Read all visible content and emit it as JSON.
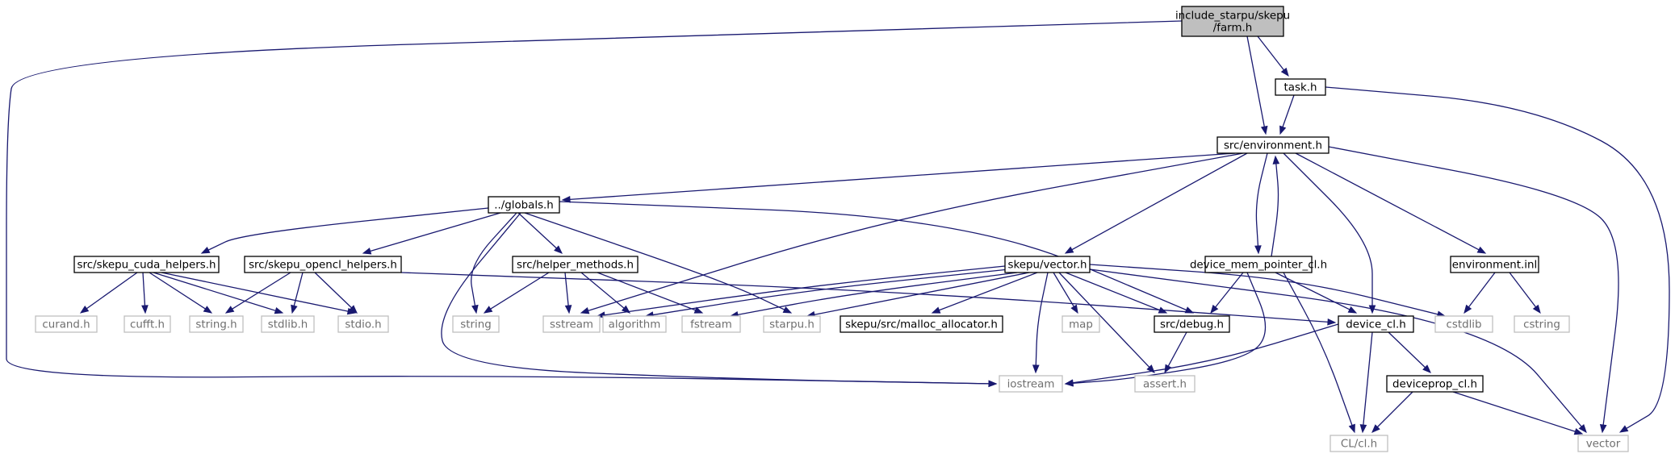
{
  "graph": {
    "colors": {
      "edge": "#191970",
      "root_fill": "#bfbfbf",
      "external_border": "#bfbfbf",
      "external_text": "#6f6f6f",
      "node_border": "#000000"
    },
    "nodes": [
      {
        "id": "farm",
        "lines": [
          "include_starpu/skepu",
          "/farm.h"
        ],
        "kind": "root"
      },
      {
        "id": "task",
        "lines": [
          "task.h"
        ],
        "kind": "file"
      },
      {
        "id": "env",
        "lines": [
          "src/environment.h"
        ],
        "kind": "file"
      },
      {
        "id": "globals",
        "lines": [
          "../globals.h"
        ],
        "kind": "file"
      },
      {
        "id": "cudah",
        "lines": [
          "src/skepu_cuda_helpers.h"
        ],
        "kind": "file"
      },
      {
        "id": "oclh",
        "lines": [
          "src/skepu_opencl_helpers.h"
        ],
        "kind": "file"
      },
      {
        "id": "helper",
        "lines": [
          "src/helper_methods.h"
        ],
        "kind": "file"
      },
      {
        "id": "vector_h",
        "lines": [
          "skepu/vector.h"
        ],
        "kind": "file"
      },
      {
        "id": "dmp",
        "lines": [
          "device_mem_pointer_cl.h"
        ],
        "kind": "file"
      },
      {
        "id": "envinl",
        "lines": [
          "environment.inl"
        ],
        "kind": "file"
      },
      {
        "id": "curand",
        "lines": [
          "curand.h"
        ],
        "kind": "system"
      },
      {
        "id": "cufft",
        "lines": [
          "cufft.h"
        ],
        "kind": "system"
      },
      {
        "id": "stringh",
        "lines": [
          "string.h"
        ],
        "kind": "system"
      },
      {
        "id": "stdlib",
        "lines": [
          "stdlib.h"
        ],
        "kind": "system"
      },
      {
        "id": "stdio",
        "lines": [
          "stdio.h"
        ],
        "kind": "system"
      },
      {
        "id": "string",
        "lines": [
          "string"
        ],
        "kind": "system"
      },
      {
        "id": "sstream",
        "lines": [
          "sstream"
        ],
        "kind": "system"
      },
      {
        "id": "algorithm",
        "lines": [
          "algorithm"
        ],
        "kind": "system"
      },
      {
        "id": "fstream",
        "lines": [
          "fstream"
        ],
        "kind": "system"
      },
      {
        "id": "starpu",
        "lines": [
          "starpu.h"
        ],
        "kind": "system"
      },
      {
        "id": "malloc",
        "lines": [
          "skepu/src/malloc_allocator.h"
        ],
        "kind": "file"
      },
      {
        "id": "map",
        "lines": [
          "map"
        ],
        "kind": "system"
      },
      {
        "id": "debug",
        "lines": [
          "src/debug.h"
        ],
        "kind": "file"
      },
      {
        "id": "devcl",
        "lines": [
          "device_cl.h"
        ],
        "kind": "file"
      },
      {
        "id": "cstdlib",
        "lines": [
          "cstdlib"
        ],
        "kind": "system"
      },
      {
        "id": "cstring",
        "lines": [
          "cstring"
        ],
        "kind": "system"
      },
      {
        "id": "iostream",
        "lines": [
          "iostream"
        ],
        "kind": "system"
      },
      {
        "id": "assert",
        "lines": [
          "assert.h"
        ],
        "kind": "system"
      },
      {
        "id": "devprop",
        "lines": [
          "deviceprop_cl.h"
        ],
        "kind": "file"
      },
      {
        "id": "clh",
        "lines": [
          "CL/cl.h"
        ],
        "kind": "system"
      },
      {
        "id": "vector",
        "lines": [
          "vector"
        ],
        "kind": "system"
      }
    ],
    "edges": [
      [
        "farm",
        "iostream"
      ],
      [
        "farm",
        "env"
      ],
      [
        "farm",
        "task"
      ],
      [
        "task",
        "env"
      ],
      [
        "task",
        "vector"
      ],
      [
        "env",
        "globals"
      ],
      [
        "env",
        "sstream"
      ],
      [
        "env",
        "vector_h"
      ],
      [
        "env",
        "dmp"
      ],
      [
        "env",
        "devcl"
      ],
      [
        "env",
        "envinl"
      ],
      [
        "env",
        "vector"
      ],
      [
        "globals",
        "cudah"
      ],
      [
        "globals",
        "oclh"
      ],
      [
        "globals",
        "helper"
      ],
      [
        "globals",
        "string"
      ],
      [
        "globals",
        "iostream"
      ],
      [
        "globals",
        "starpu"
      ],
      [
        "globals",
        "debug"
      ],
      [
        "cudah",
        "curand"
      ],
      [
        "cudah",
        "cufft"
      ],
      [
        "cudah",
        "stringh"
      ],
      [
        "cudah",
        "stdlib"
      ],
      [
        "cudah",
        "stdio"
      ],
      [
        "oclh",
        "stringh"
      ],
      [
        "oclh",
        "stdlib"
      ],
      [
        "oclh",
        "stdio"
      ],
      [
        "oclh",
        "devcl"
      ],
      [
        "helper",
        "string"
      ],
      [
        "helper",
        "sstream"
      ],
      [
        "helper",
        "algorithm"
      ],
      [
        "helper",
        "fstream"
      ],
      [
        "vector_h",
        "sstream"
      ],
      [
        "vector_h",
        "algorithm"
      ],
      [
        "vector_h",
        "fstream"
      ],
      [
        "vector_h",
        "starpu"
      ],
      [
        "vector_h",
        "malloc"
      ],
      [
        "vector_h",
        "map"
      ],
      [
        "vector_h",
        "iostream"
      ],
      [
        "vector_h",
        "assert"
      ],
      [
        "vector_h",
        "debug"
      ],
      [
        "vector_h",
        "cstdlib"
      ],
      [
        "vector_h",
        "vector"
      ],
      [
        "dmp",
        "env"
      ],
      [
        "dmp",
        "debug"
      ],
      [
        "dmp",
        "iostream"
      ],
      [
        "dmp",
        "devcl"
      ],
      [
        "dmp",
        "clh"
      ],
      [
        "envinl",
        "cstdlib"
      ],
      [
        "envinl",
        "cstring"
      ],
      [
        "debug",
        "assert"
      ],
      [
        "devcl",
        "iostream"
      ],
      [
        "devcl",
        "devprop"
      ],
      [
        "devcl",
        "clh"
      ],
      [
        "devprop",
        "clh"
      ],
      [
        "devprop",
        "vector"
      ]
    ]
  }
}
